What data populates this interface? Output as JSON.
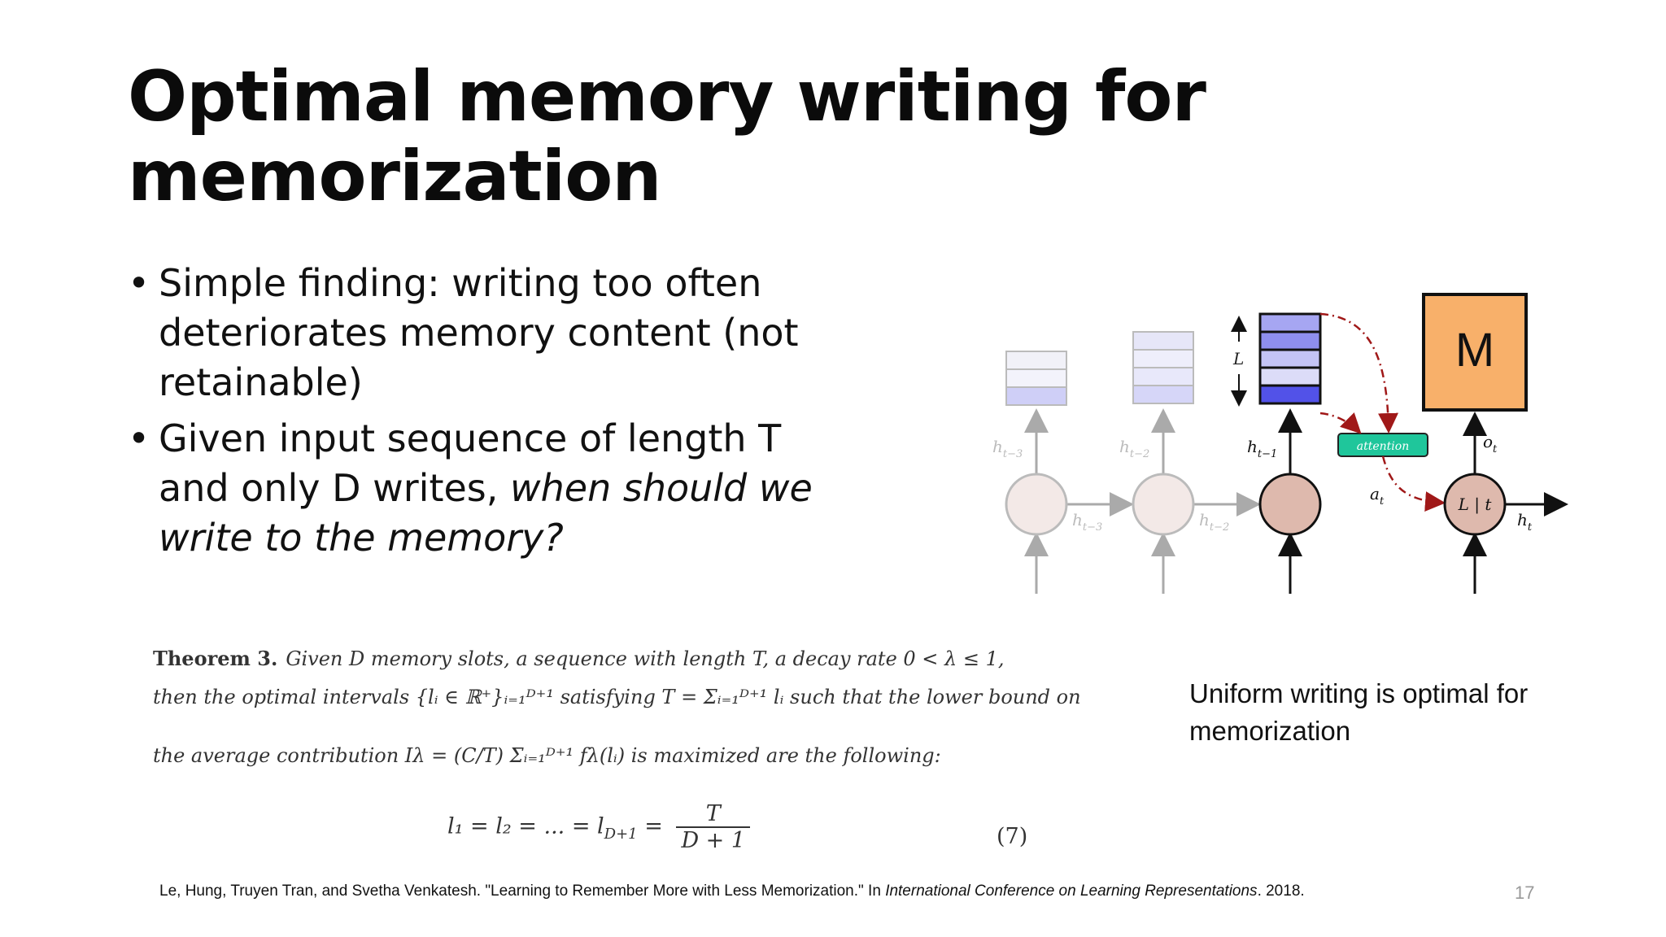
{
  "slide": {
    "title_line1": "Optimal memory writing for",
    "title_line2": "memorization",
    "bullets": [
      {
        "line1": "Simple finding: writing too often",
        "line2": "deteriorates memory content (not",
        "line3": "retainable)"
      },
      {
        "line1": "Given input sequence of length T",
        "line2_plain": "and only D writes, ",
        "line2_italic": "when should we",
        "line3_italic": "write to the memory?"
      }
    ],
    "bullet_glyph": "•",
    "caption": "Uniform writing is optimal for memorization",
    "footnote_plain": "Le, Hung, Truyen Tran, and Svetha Venkatesh. \"Learning to Remember More with Less Memorization.\" In ",
    "footnote_italic": "International Conference on Learning Representations",
    "footnote_end": ". 2018.",
    "page_number": "17"
  },
  "diagram": {
    "labels": {
      "h_t3_top": "h",
      "h_t3_top_sub": "t−3",
      "h_t2_top": "h",
      "h_t2_top_sub": "t−2",
      "h_t1_top": "h",
      "h_t1_top_sub": "t−1",
      "h_t3_mid": "h",
      "h_t3_mid_sub": "t−3",
      "h_t2_mid": "h",
      "h_t2_mid_sub": "t−2",
      "L": "L",
      "attention": "attention",
      "a_t": "a",
      "a_t_sub": "t",
      "o_t": "o",
      "o_t_sub": "t",
      "h_t": "h",
      "h_t_sub": "t",
      "cell_label": "L | t",
      "M": "M"
    },
    "colors": {
      "faded_node": "#f3e9e7",
      "active_node": "#deb9ad",
      "memory_box": "#f8b06a",
      "attention_box": "#1fc69b",
      "red_arrow": "#a01818",
      "slot_dark": "#5252e8"
    }
  },
  "theorem": {
    "head": "Theorem 3.",
    "line1": "Given D memory slots, a sequence with length T, a decay rate 0 < λ ≤ 1,",
    "line2": "then the optimal intervals {lᵢ ∈ ℝ⁺}ᵢ₌₁ᴰ⁺¹ satisfying T = Σᵢ₌₁ᴰ⁺¹ lᵢ such that the lower bound on",
    "line3": "the average contribution Iλ = (C/T) Σᵢ₌₁ᴰ⁺¹ fλ(lᵢ) is maximized are the following:",
    "equation_left": "l₁ = l₂ = ... = l",
    "equation_sub": "D+1",
    "equation_eq": " =",
    "frac_num": "T",
    "frac_den": "D + 1",
    "equation_number": "(7)"
  }
}
